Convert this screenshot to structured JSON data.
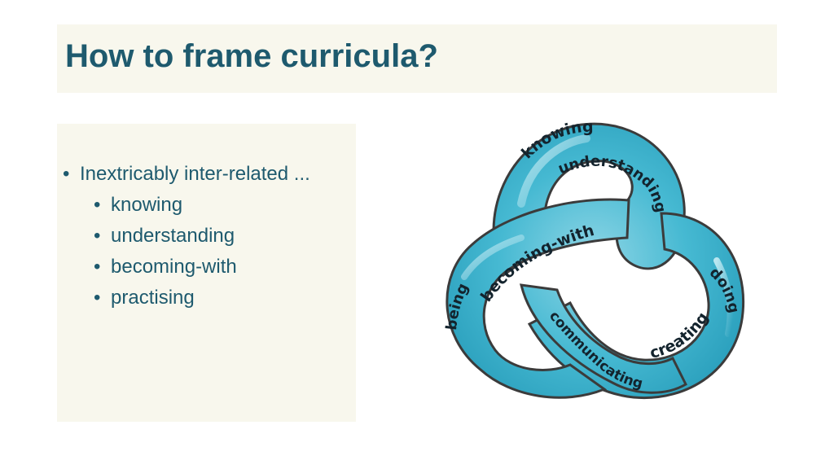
{
  "slide": {
    "title": "How to frame curricula?",
    "bullets": {
      "main": "Inextricably inter-related ...",
      "sub": [
        "knowing",
        "understanding",
        "becoming-with",
        "practising"
      ]
    }
  },
  "diagram": {
    "type": "trefoil knot",
    "ring_color": "#3db4cf",
    "labels": {
      "knowing": "knowing",
      "understanding": "understanding",
      "becoming_with": "becoming-with",
      "being": "being",
      "communicating": "communicating",
      "creating": "creating",
      "doing": "doing"
    }
  }
}
